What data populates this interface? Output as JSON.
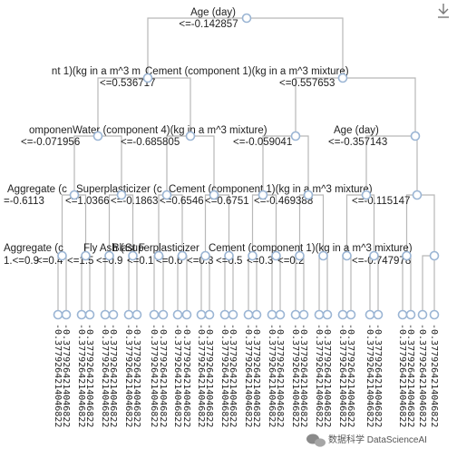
{
  "colors": {
    "edge": "#b8b8b8",
    "node": "#9bb5d4",
    "text": "#222222"
  },
  "toolbar": {
    "download_icon": "download-icon"
  },
  "watermark": {
    "icon": "wechat-icon",
    "text": "数据科学 DataScienceAI"
  },
  "tree": {
    "root": {
      "feature": "Age (day)",
      "threshold": "<=-0.142857"
    },
    "level1": [
      {
        "feature": "nt 1)(kg in a m^3 m",
        "threshold": "<=0.536717"
      },
      {
        "feature": "Cement (component 1)(kg in a m^3 mixture)",
        "threshold": "<=0.557653"
      }
    ],
    "level2": [
      {
        "feature": "omponen",
        "threshold": "<=-0.071956"
      },
      {
        "feature": "Water (component 4)(kg in a m^3 mixture)",
        "threshold": "<=-0.685805"
      },
      {
        "feature": "",
        "threshold": "<=-0.059041"
      },
      {
        "feature": "Age (day)",
        "threshold": "<=-0.357143"
      }
    ],
    "level3_text": [
      "Aggregate (c",
      "Superplasticizer (c",
      "Cement (component 1)(kg in a m^3 mixture)"
    ],
    "level3_thresholds": [
      "=-0.6113",
      "<=1.0366",
      "<=-0.1863",
      "<=0.6546",
      "<=0.6751",
      "<=-0.469388",
      "<=-0.115147"
    ],
    "level4_text": [
      "Aggregate (c",
      "Fly Ash (",
      "Blast F",
      "Superplasticizer",
      "Cement (component 1)(kg in a m^3 mixture)"
    ],
    "level4_thresholds": [
      "1.<=0.9",
      "<=0.4",
      "<=1.5",
      "<=0.9",
      "<=0.1",
      "<=0.6",
      "<=0.3",
      "<=0.5",
      "<=0.3",
      "<=0.2",
      "<=-0.747978"
    ],
    "leaf_value": "-0.3779264214046822"
  }
}
